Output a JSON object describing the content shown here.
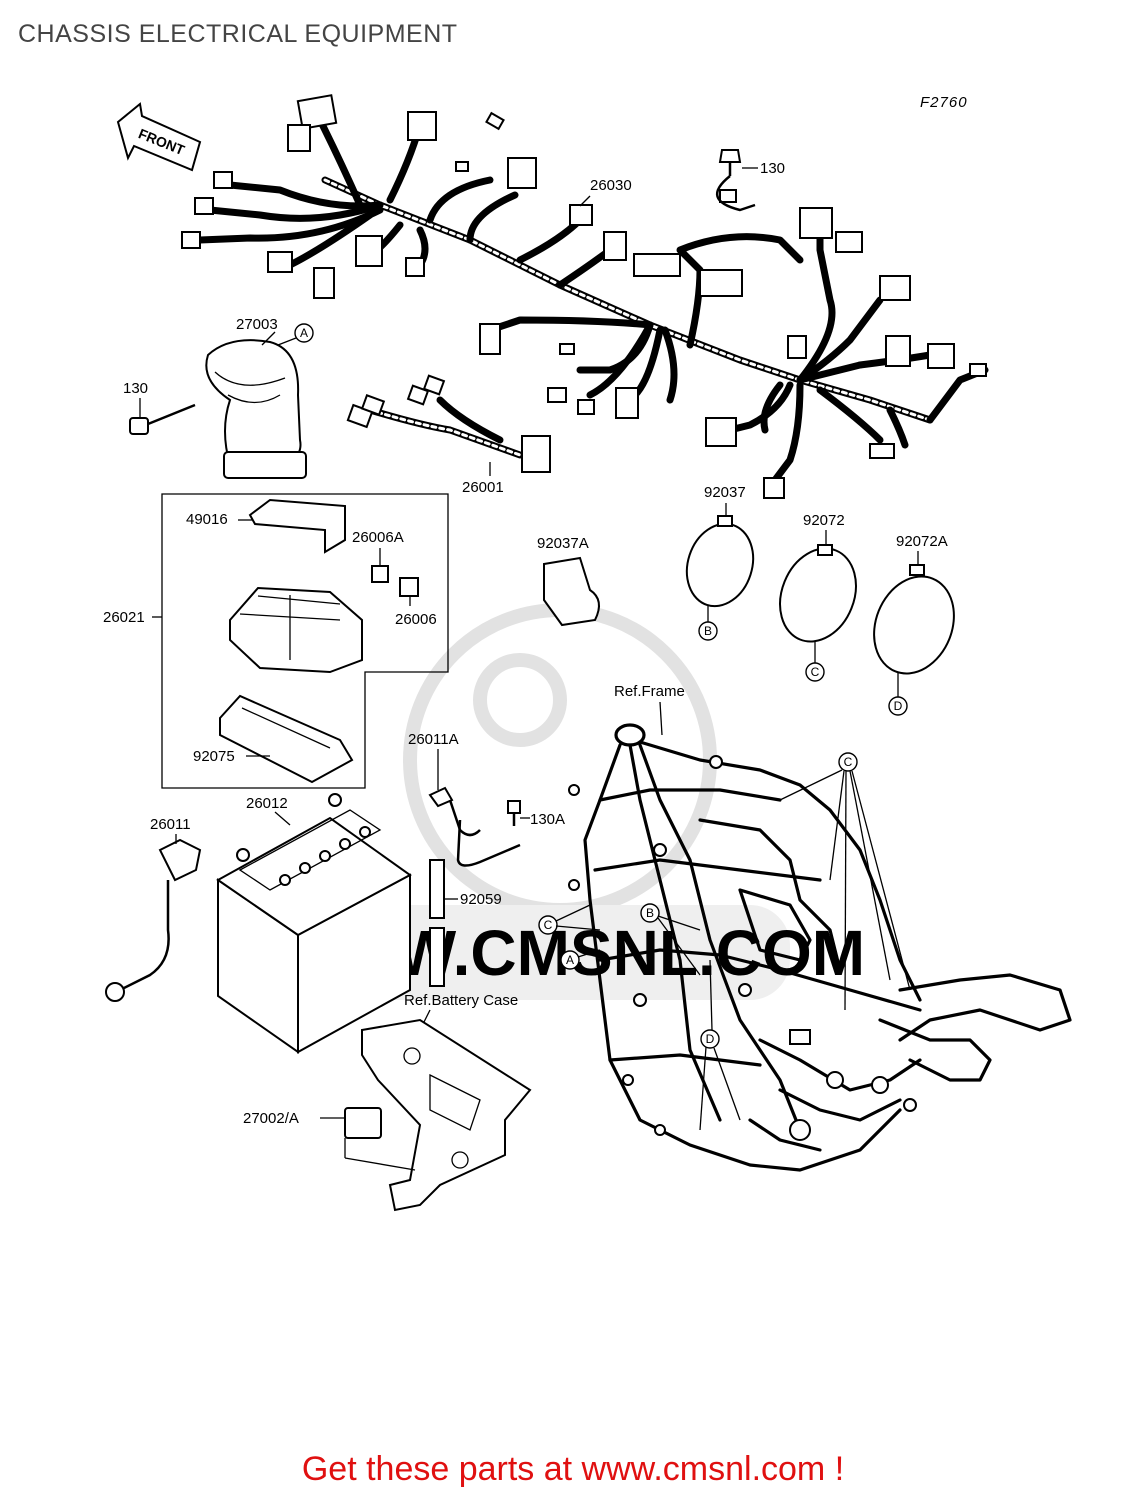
{
  "title": "CHASSIS ELECTRICAL EQUIPMENT",
  "figure_code": "F2760",
  "front_marker": "FRONT",
  "part_labels": {
    "p27003": "27003",
    "p130a": "130",
    "p130b": "130",
    "p26030": "26030",
    "p26001": "26001",
    "p49016": "49016",
    "p26006a": "26006A",
    "p26006": "26006",
    "p26021": "26021",
    "p92075": "92075",
    "p92037a": "92037A",
    "p92037": "92037",
    "p92072": "92072",
    "p92072a": "92072A",
    "p26011a": "26011A",
    "p130a_bolt": "130A",
    "p26012": "26012",
    "p26011": "26011",
    "p92059": "92059",
    "p27002": "27002/A"
  },
  "reference_labels": {
    "frame": "Ref.Frame",
    "battery_case": "Ref.Battery Case"
  },
  "callout_letters": {
    "a1": "A",
    "a2": "A",
    "b1": "B",
    "b2": "B",
    "c1": "C",
    "c2": "C",
    "c3": "C",
    "d1": "D",
    "d2": "D"
  },
  "watermark": "WWW.CMSNL.COM",
  "footer": "Get these parts at www.cmsnl.com !",
  "colors": {
    "footer_text": "#e01010",
    "title_text": "#444444",
    "line_art": "#000000",
    "watermark": "#e2e2e2"
  }
}
